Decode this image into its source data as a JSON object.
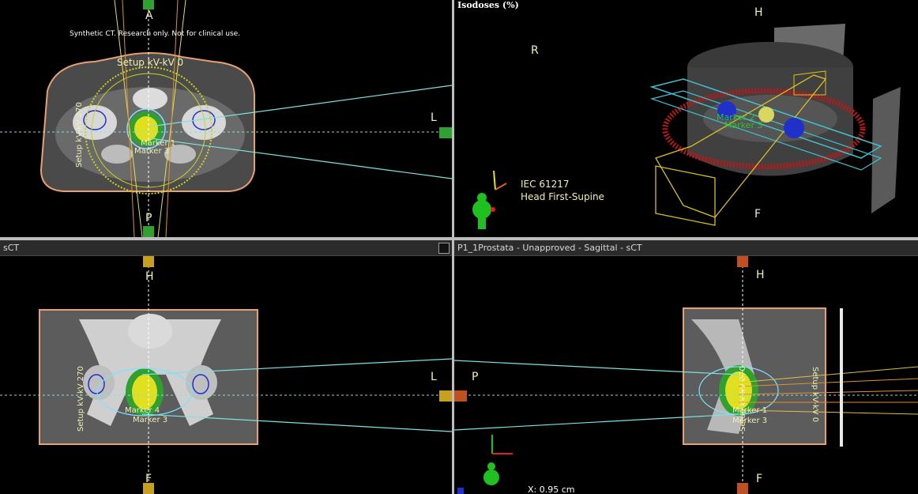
{
  "axial": {
    "watermark": "Synthetic CT. Research only. Not for clinical use.",
    "labels": {
      "top": "A",
      "right": "L",
      "bottom": "P"
    },
    "setup_kv0": "Setup kV-kV 0",
    "setup_kv270": "Setup kV-kV 270",
    "marker1": "Marker 1",
    "marker3": "Marker 3"
  },
  "view3d": {
    "title": "Isodoses (%)",
    "labels": {
      "top": "H",
      "left": "R",
      "bottom": "F"
    },
    "orientation_standard": "IEC 61217",
    "orientation_position": "Head First-Supine",
    "marker2": "Marker 2",
    "marker3": "Marker 3"
  },
  "coronal": {
    "title": "sCT",
    "labels": {
      "top": "H",
      "right": "L",
      "bottom": "F"
    },
    "setup_kv270": "Setup kV-kV 270",
    "marker4": "Marker 4",
    "marker3": "Marker 3"
  },
  "sagittal": {
    "title": "P1_1Prostata  -  Unapproved - Sagittal - sCT",
    "labels": {
      "top": "H",
      "left": "P",
      "bottom": "F"
    },
    "setup_kv0": "Setup kV-kV 0",
    "setup_kv270": "Setup kV-kV 270",
    "marker1": "Marker 1",
    "marker3": "Marker 3",
    "coordinate": "X: 0.95 cm"
  },
  "colors": {
    "beam": "#7fe0e0",
    "isodose_yellow": "#e8e820",
    "marker_green": "#20c020",
    "couch_red": "#b81818"
  }
}
